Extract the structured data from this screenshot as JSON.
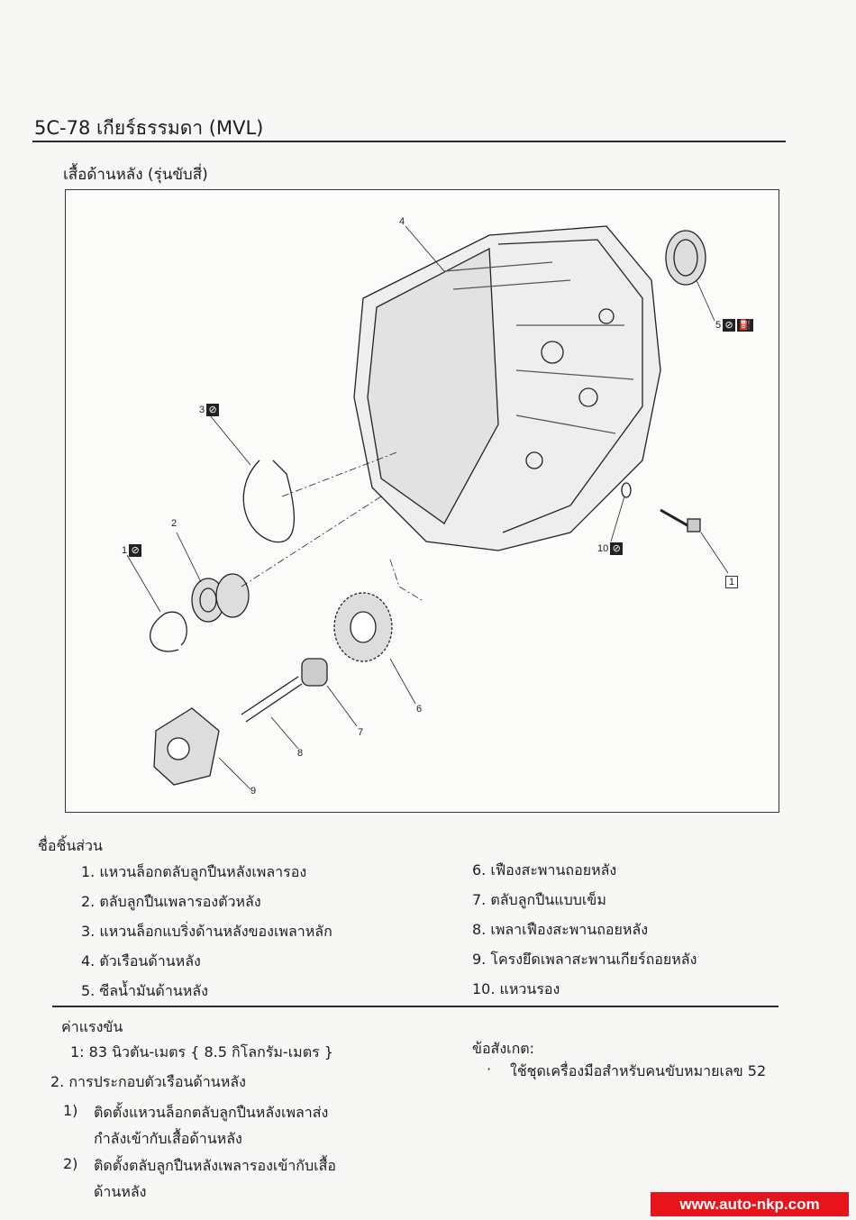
{
  "header": {
    "title": "5C-78 เกียร์ธรรมดา (MVL)",
    "subtitle": "เสื้อด้านหลัง (รุ่นขับสี่)"
  },
  "diagram": {
    "callouts": [
      {
        "label": "1",
        "icon": "no-reuse-icon"
      },
      {
        "label": "2"
      },
      {
        "label": "3",
        "icon": "no-reuse-icon"
      },
      {
        "label": "4"
      },
      {
        "label": "5",
        "icon": "no-reuse-icon",
        "icon2": "oil-can-icon"
      },
      {
        "label": "6"
      },
      {
        "label": "7"
      },
      {
        "label": "8"
      },
      {
        "label": "9"
      },
      {
        "label": "10",
        "icon": "no-reuse-icon"
      }
    ],
    "torque_ref": "1"
  },
  "parts": {
    "heading": "ชื่อชิ้นส่วน",
    "items": [
      "1.  แหวนล็อกตลับลูกปืนหลังเพลารอง",
      "2.  ตลับลูกปืนเพลารองตัวหลัง",
      "3.  แหวนล็อกแบริ่งด้านหลังของเพลาหลัก",
      "4.  ตัวเรือนด้านหลัง",
      "5.  ซีลน้ำมันด้านหลัง",
      "6.  เฟืองสะพานถอยหลัง",
      "7.  ตลับลูกปืนแบบเข็ม",
      "8.  เพลาเฟืองสะพานถอยหลัง",
      "9.  โครงยึดเพลาสะพานเกียร์ถอยหลัง",
      "10. แหวนรอง"
    ]
  },
  "torque": {
    "heading": "ค่าแรงขัน",
    "value": "1: 83 นิวตัน-เมตร { 8.5 กิโลกรัม-เมตร }"
  },
  "procedure": {
    "step": "2.  การประกอบตัวเรือนด้านหลัง",
    "substeps": [
      {
        "num": "1)",
        "line1": "ติดตั้งแหวนล็อกตลับลูกปืนหลังเพลาส่ง",
        "line2": "กำลังเข้ากับเสื้อด้านหลัง"
      },
      {
        "num": "2)",
        "line1": "ติดตั้งตลับลูกปืนหลังเพลารองเข้ากับเสื้อ",
        "line2": "ด้านหลัง"
      }
    ]
  },
  "note": {
    "heading": "ข้อสังเกต:",
    "bullet": "·",
    "text": "ใช้ชุดเครื่องมือสำหรับคนขับหมายเลข 52"
  },
  "watermark": "www.auto-nkp.com"
}
